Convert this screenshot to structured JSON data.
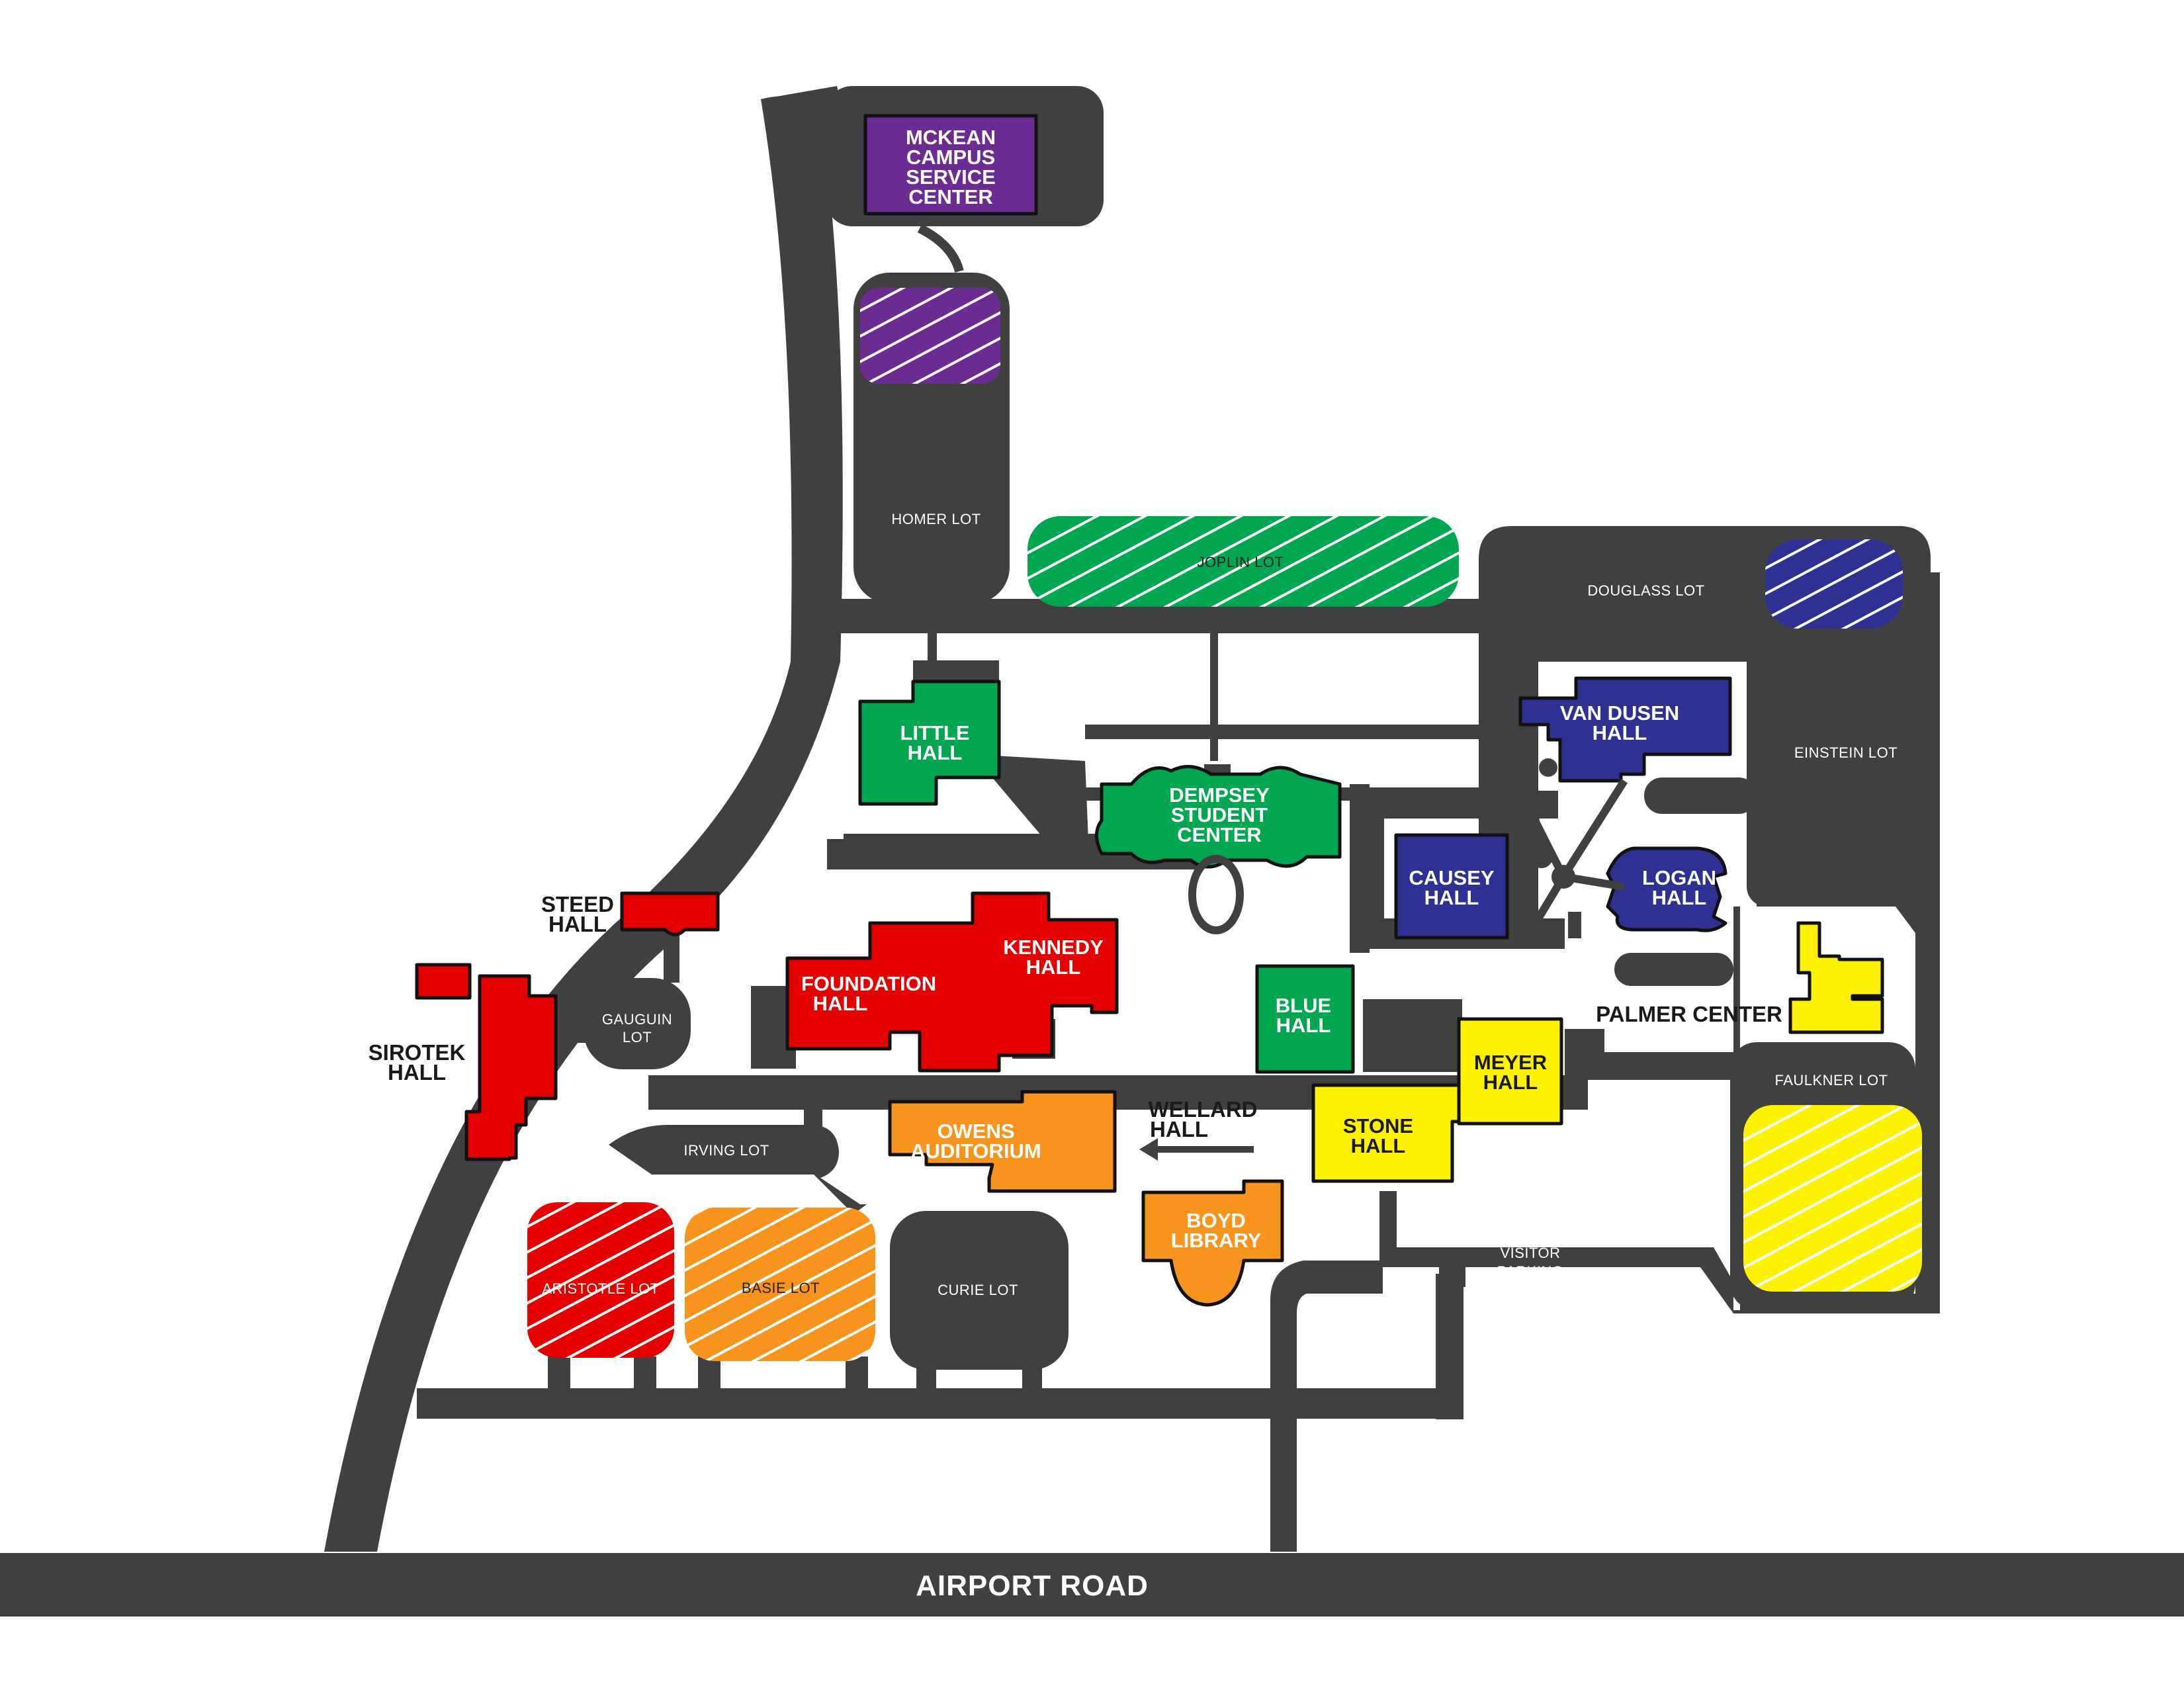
{
  "colors": {
    "road": "#404041",
    "purple": "#6a2c91",
    "green": "#00a650",
    "navy": "#2e3192",
    "red": "#e50000",
    "orange": "#f7941d",
    "yellow": "#fff200"
  },
  "road": {
    "name": "AIRPORT ROAD"
  },
  "buildings": {
    "mckean": [
      "MCKEAN",
      "CAMPUS",
      "SERVICE",
      "CENTER"
    ],
    "little": [
      "LITTLE",
      "HALL"
    ],
    "dempsey": [
      "DEMPSEY",
      "STUDENT",
      "CENTER"
    ],
    "vandusen": [
      "VAN DUSEN",
      "HALL"
    ],
    "causey": [
      "CAUSEY",
      "HALL"
    ],
    "logan": [
      "LOGAN",
      "HALL"
    ],
    "steed": [
      "STEED",
      "HALL"
    ],
    "sirotek": [
      "SIROTEK",
      "HALL"
    ],
    "foundation": [
      "FOUNDATION",
      "HALL"
    ],
    "kennedy": [
      "KENNEDY",
      "HALL"
    ],
    "blue": [
      "BLUE",
      "HALL"
    ],
    "meyer": [
      "MEYER",
      "HALL"
    ],
    "palmer": "PALMER CENTER",
    "owens": [
      "OWENS",
      "AUDITORIUM"
    ],
    "wellard": [
      "WELLARD",
      "HALL"
    ],
    "stone": [
      "STONE",
      "HALL"
    ],
    "boyd": [
      "BOYD",
      "LIBRARY"
    ]
  },
  "lots": {
    "homer": "HOMER LOT",
    "joplin": "JOPLIN LOT",
    "douglass": "DOUGLASS LOT",
    "einstein": "EINSTEIN LOT",
    "gauguin": [
      "GAUGUIN",
      "LOT"
    ],
    "irving": "IRVING LOT",
    "faulkner": "FAULKNER LOT",
    "aristotle": "ARISTOTLE LOT",
    "basie": "BASIE LOT",
    "curie": "CURIE LOT",
    "visitor": [
      "VISITOR",
      "PARKING"
    ]
  }
}
